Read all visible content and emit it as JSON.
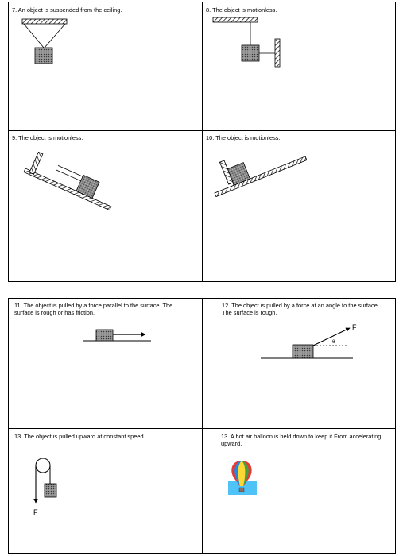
{
  "top_panel": {
    "cells": [
      {
        "caption": "7. An object is suspended from the ceiling."
      },
      {
        "caption": "8. The object is motionless."
      },
      {
        "caption": "9. The object is motionless."
      },
      {
        "caption": "10.  The object is motionless."
      }
    ]
  },
  "bottom_panel": {
    "cells": [
      {
        "caption": "11.  The object is pulled by a force parallel to the surface.  The surface is rough or has friction."
      },
      {
        "caption": "12.  The object is pulled by a force at an angle to the surface.  The surface is rough."
      },
      {
        "caption": "13.  The object is pulled upward at constant speed."
      },
      {
        "caption": "13. A hot air balloon is held down to keep it From accelerating upward."
      }
    ]
  },
  "labels": {
    "force_12": "F",
    "angle_12": "θ",
    "force_13": "F"
  },
  "colors": {
    "line": "#000000",
    "block_fill": "#7a7a7a",
    "balloon_red": "#e53935",
    "balloon_blue": "#1e88e5",
    "balloon_yellow": "#fdd835",
    "balloon_green": "#43a047",
    "balloon_sky": "#4fc3f7"
  }
}
